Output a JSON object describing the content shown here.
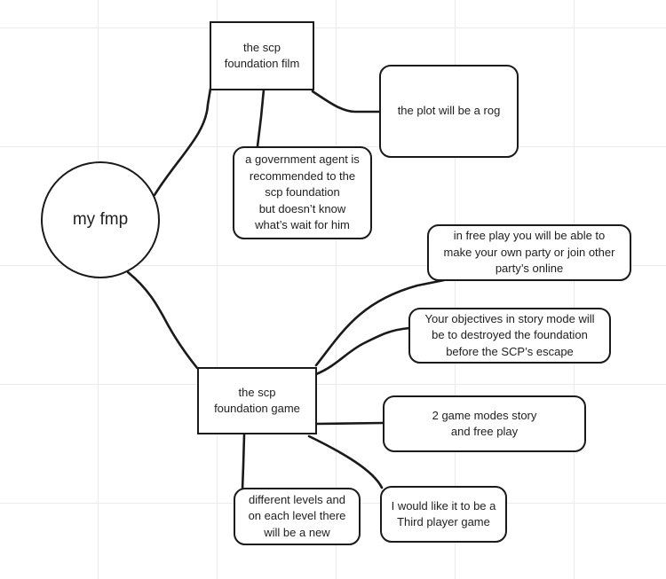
{
  "diagram": {
    "central": {
      "label": "my  fmp"
    },
    "film": {
      "label": "the scp\nfoundation film",
      "plot": "the plot will be a rog",
      "premise": "a government  agent is\nrecommended to the\nscp foundation\nbut doesn’t know\nwhat’s wait for him"
    },
    "game": {
      "label": "the scp\nfoundation game",
      "free_play": "in free play you will be able to\nmake your own party or join other\nparty’s online",
      "objectives": "Your objectives in story mode will\nbe to destroyed the foundation\nbefore the SCP’s  escape",
      "modes": "2 game modes  story\nand free play",
      "perspective": "I would like it to be a\nThird player game",
      "levels": "different levels and\non each level there\nwill be a new"
    }
  }
}
